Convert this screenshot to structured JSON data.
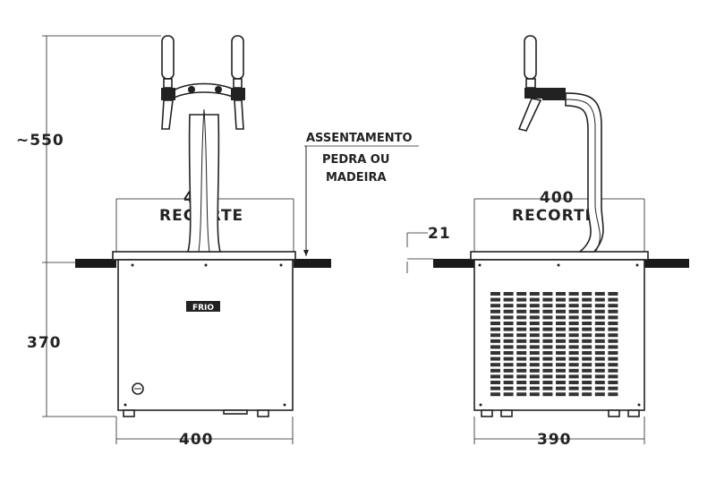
{
  "front_view": {
    "height_label": "~550",
    "base_height_label": "370",
    "cutout_width_label": "410",
    "cutout_label": "RECORTE",
    "width_label": "400",
    "badge_text": "FRIO"
  },
  "side_view": {
    "cutout_width_label": "400",
    "cutout_label": "RECORTE",
    "counter_thickness_label": "21",
    "depth_label": "390"
  },
  "note": {
    "line1": "ASSENTAMENTO",
    "line2": "PEDRA OU",
    "line3": "MADEIRA"
  }
}
